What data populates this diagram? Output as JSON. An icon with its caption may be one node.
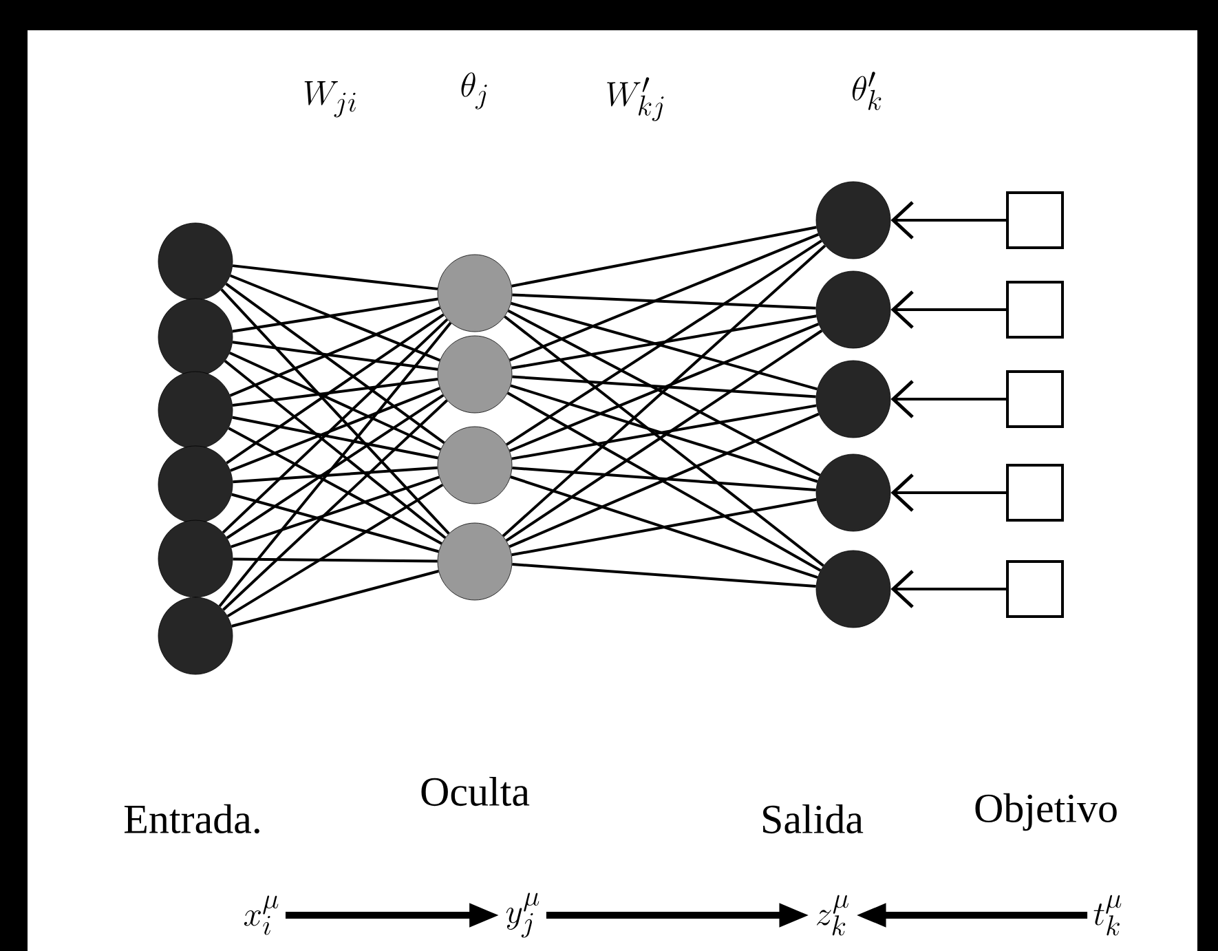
{
  "diagram": {
    "nodes": [
      {
        "text": [],
        "shape": "circle"
      },
      {
        "text": [],
        "shape": "circle"
      },
      {
        "text": [],
        "shape": "circle"
      },
      {
        "text": [],
        "shape": "circle"
      },
      {
        "text": [],
        "shape": "circle"
      },
      {
        "text": [],
        "shape": "circle"
      },
      {
        "text": [],
        "shape": "circle"
      },
      {
        "text": [],
        "shape": "circle"
      },
      {
        "text": [],
        "shape": "circle"
      },
      {
        "text": [],
        "shape": "circle"
      },
      {
        "text": [],
        "shape": "circle"
      },
      {
        "text": [],
        "shape": "circle"
      },
      {
        "text": [],
        "shape": "circle"
      },
      {
        "text": [],
        "shape": "circle"
      },
      {
        "text": [],
        "shape": "circle"
      },
      {
        "text": [],
        "shape": "box"
      },
      {
        "text": [],
        "shape": "box"
      },
      {
        "text": [],
        "shape": "box"
      },
      {
        "text": [],
        "shape": "box"
      },
      {
        "text": [],
        "shape": "box"
      },
      {
        "text": [
          "x_i^{\\mu}"
        ]
      },
      {
        "text": [
          "y_j^{\\mu}"
        ]
      },
      {
        "text": [
          "z_k^{\\mu}"
        ]
      },
      {
        "text": [
          "t_k^{\\mu}"
        ]
      }
    ],
    "edges": [
      {
        "from": 0,
        "to": 6,
        "arrow": "none"
      },
      {
        "from": 0,
        "to": 7,
        "arrow": "none"
      },
      {
        "from": 0,
        "to": 8,
        "arrow": "none"
      },
      {
        "from": 0,
        "to": 9,
        "arrow": "none"
      },
      {
        "from": 1,
        "to": 6,
        "arrow": "none"
      },
      {
        "from": 1,
        "to": 7,
        "arrow": "none"
      },
      {
        "from": 1,
        "to": 8,
        "arrow": "none"
      },
      {
        "from": 1,
        "to": 9,
        "arrow": "none"
      },
      {
        "from": 2,
        "to": 6,
        "arrow": "none"
      },
      {
        "from": 2,
        "to": 7,
        "arrow": "none"
      },
      {
        "from": 2,
        "to": 8,
        "arrow": "none"
      },
      {
        "from": 2,
        "to": 9,
        "arrow": "none"
      },
      {
        "from": 3,
        "to": 6,
        "arrow": "none"
      },
      {
        "from": 3,
        "to": 7,
        "arrow": "none"
      },
      {
        "from": 3,
        "to": 8,
        "arrow": "none"
      },
      {
        "from": 3,
        "to": 9,
        "arrow": "none"
      },
      {
        "from": 4,
        "to": 6,
        "arrow": "none"
      },
      {
        "from": 4,
        "to": 7,
        "arrow": "none"
      },
      {
        "from": 4,
        "to": 8,
        "arrow": "none"
      },
      {
        "from": 4,
        "to": 9,
        "arrow": "none"
      },
      {
        "from": 5,
        "to": 6,
        "arrow": "none"
      },
      {
        "from": 5,
        "to": 7,
        "arrow": "none"
      },
      {
        "from": 5,
        "to": 8,
        "arrow": "none"
      },
      {
        "from": 5,
        "to": 9,
        "arrow": "none"
      },
      {
        "from": 6,
        "to": 10,
        "arrow": "none"
      },
      {
        "from": 6,
        "to": 11,
        "arrow": "none"
      },
      {
        "from": 6,
        "to": 12,
        "arrow": "none"
      },
      {
        "from": 6,
        "to": 13,
        "arrow": "none"
      },
      {
        "from": 6,
        "to": 14,
        "arrow": "none"
      },
      {
        "from": 7,
        "to": 10,
        "arrow": "none"
      },
      {
        "from": 7,
        "to": 11,
        "arrow": "none"
      },
      {
        "from": 7,
        "to": 12,
        "arrow": "none"
      },
      {
        "from": 7,
        "to": 13,
        "arrow": "none"
      },
      {
        "from": 7,
        "to": 14,
        "arrow": "none"
      },
      {
        "from": 8,
        "to": 10,
        "arrow": "none"
      },
      {
        "from": 8,
        "to": 11,
        "arrow": "none"
      },
      {
        "from": 8,
        "to": 12,
        "arrow": "none"
      },
      {
        "from": 8,
        "to": 13,
        "arrow": "none"
      },
      {
        "from": 8,
        "to": 14,
        "arrow": "none"
      },
      {
        "from": 9,
        "to": 10,
        "arrow": "none"
      },
      {
        "from": 9,
        "to": 11,
        "arrow": "none"
      },
      {
        "from": 9,
        "to": 12,
        "arrow": "none"
      },
      {
        "from": 9,
        "to": 13,
        "arrow": "none"
      },
      {
        "from": 9,
        "to": 14,
        "arrow": "none"
      },
      {
        "from": 15,
        "to": 10,
        "arrow": "to"
      },
      {
        "from": 16,
        "to": 11,
        "arrow": "to"
      },
      {
        "from": 17,
        "to": 12,
        "arrow": "to"
      },
      {
        "from": 18,
        "to": 13,
        "arrow": "to"
      },
      {
        "from": 19,
        "to": 14,
        "arrow": "to"
      },
      {
        "from": 20,
        "to": 21,
        "arrow": "to",
        "style": "thick"
      },
      {
        "from": 21,
        "to": 22,
        "arrow": "to",
        "style": "thick"
      },
      {
        "from": 23,
        "to": 22,
        "arrow": "to",
        "style": "thick"
      }
    ],
    "labels": [
      "W_{ji}",
      "\\theta_j",
      "W'_{kj}",
      "\\theta'_k",
      "Entrada.",
      "Oculta",
      "Salida",
      "Objetivo"
    ]
  }
}
